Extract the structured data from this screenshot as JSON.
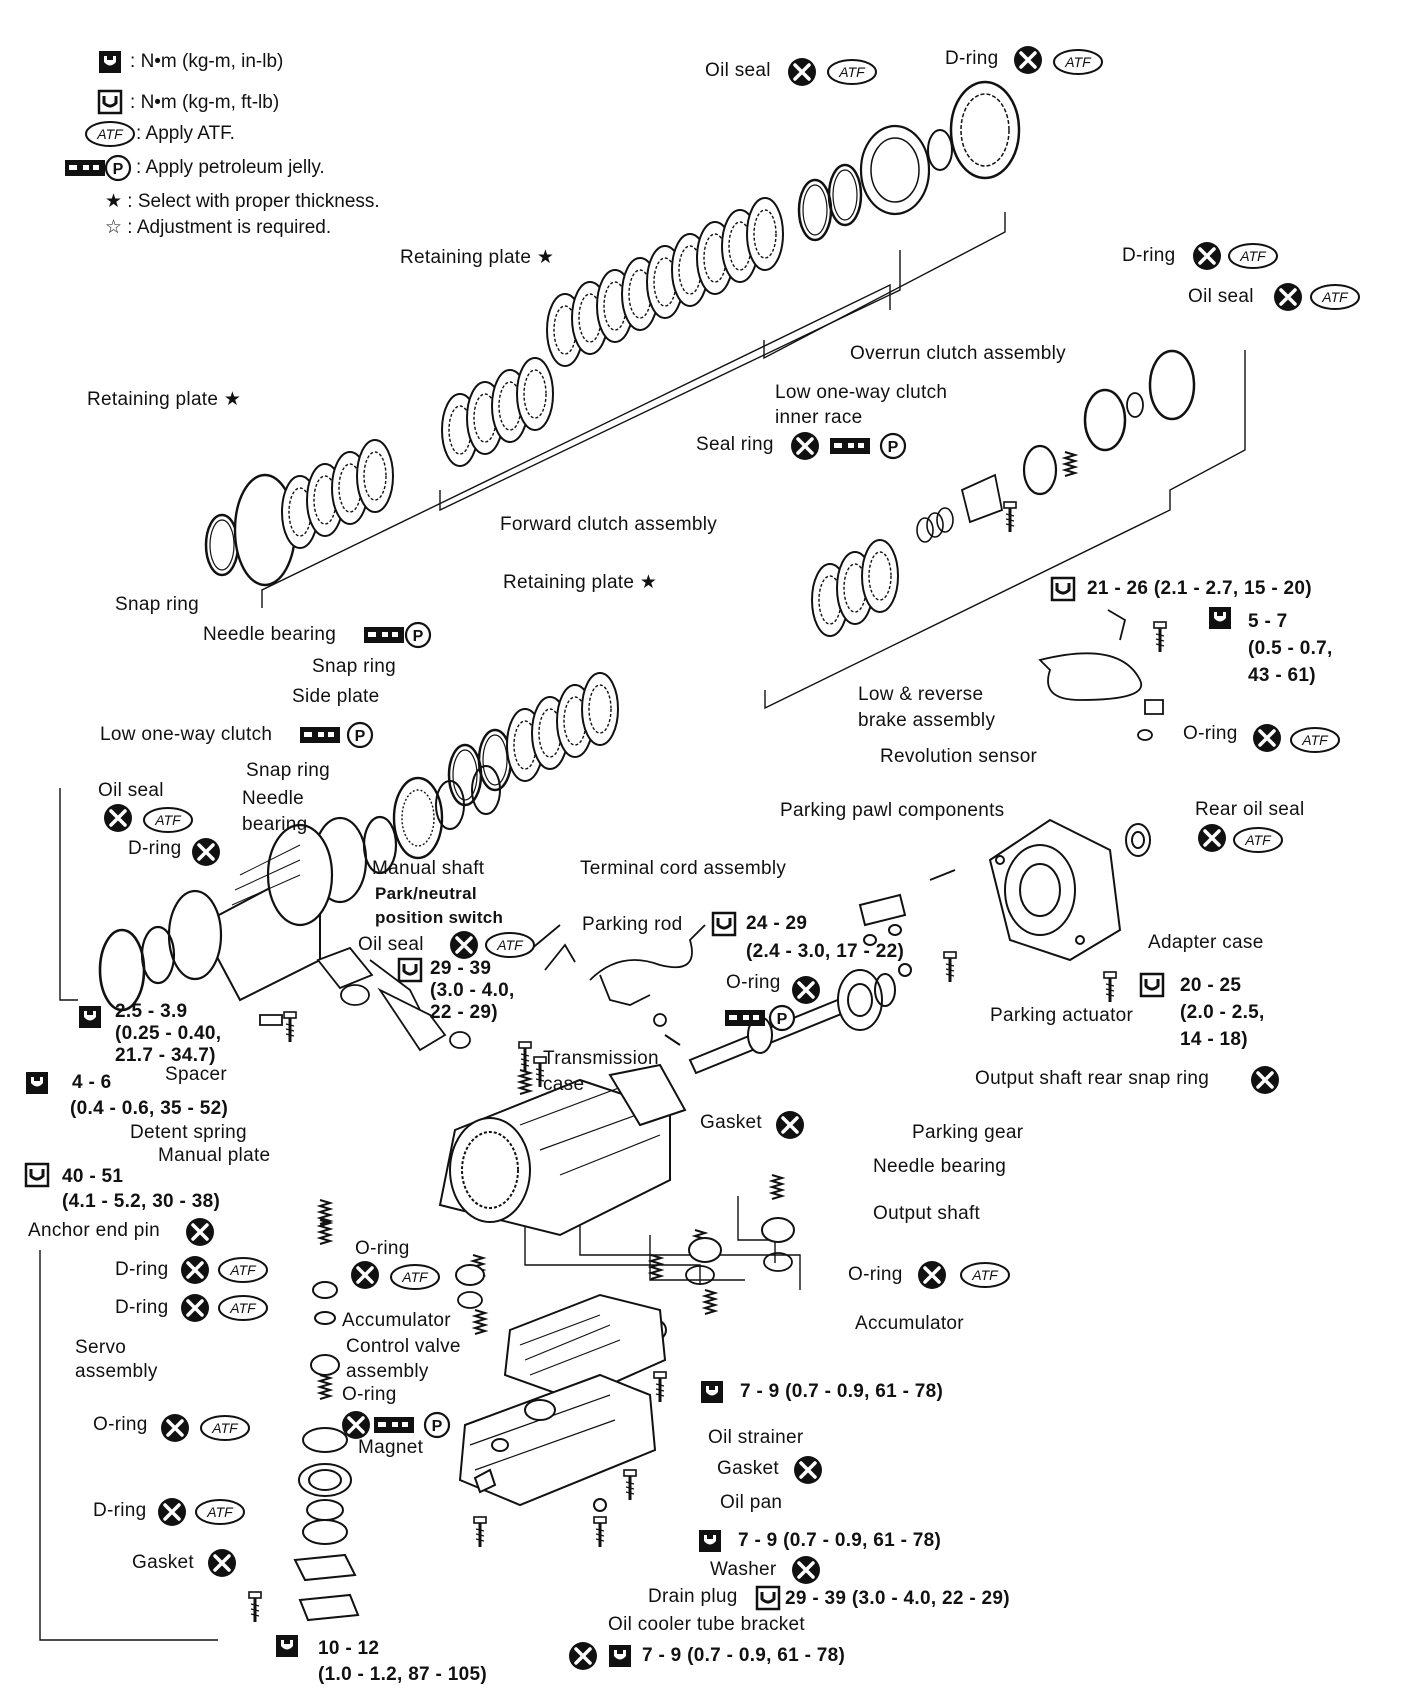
{
  "legend": {
    "items": [
      {
        "symbol": ": ",
        "text": "N•m (kg-m, in-lb)"
      },
      {
        "symbol": ": ",
        "text": "N•m (kg-m, ft-lb)"
      },
      {
        "symbol": ": ",
        "text": "Apply ATF."
      },
      {
        "symbol": ": ",
        "text": "Apply petroleum jelly."
      },
      {
        "symbol": "★ : ",
        "text": "Select with proper thickness."
      },
      {
        "symbol": "☆ : ",
        "text": "Adjustment is required."
      }
    ]
  },
  "badges": {
    "atf": "ATF",
    "jelly": "P"
  },
  "labels": {
    "oil_seal_top": "Oil seal",
    "d_ring_top": "D-ring",
    "retaining_plate_1": "Retaining plate ★",
    "retaining_plate_2": "Retaining plate ★",
    "retaining_plate_3": "Retaining plate ★",
    "d_ring_right": "D-ring",
    "oil_seal_right": "Oil seal",
    "overrun_clutch": "Overrun clutch assembly",
    "low_oneway_inner": "Low one-way clutch\ninner race",
    "seal_ring": "Seal ring",
    "forward_clutch": "Forward clutch assembly",
    "snap_ring_1": "Snap ring",
    "torque_21_26": "21 - 26 (2.1 - 2.7, 15 - 20)",
    "needle_bearing_1": "Needle bearing",
    "torque_5_7": "5 - 7\n(0.5 - 0.7,\n43 - 61)",
    "snap_ring_2": "Snap ring",
    "side_plate": "Side plate",
    "low_reverse_brake": "Low & reverse\nbrake assembly",
    "low_oneway_clutch": "Low one-way clutch",
    "o_ring_rev": "O-ring",
    "revolution_sensor": "Revolution sensor",
    "oil_seal_left": "Oil seal",
    "snap_ring_3": "Snap ring",
    "needle_bearing_2": "Needle\nbearing",
    "d_ring_left": "D-ring",
    "parking_pawl": "Parking pawl components",
    "rear_oil_seal": "Rear oil seal",
    "manual_shaft": "Manual shaft",
    "park_neutral_switch": "Park/neutral\nposition switch",
    "terminal_cord": "Terminal cord assembly",
    "oil_seal_mid": "Oil seal",
    "parking_rod": "Parking rod",
    "torque_24_29": "24 - 29\n(2.4 - 3.0, 17 - 22)",
    "adapter_case": "Adapter case",
    "torque_29_39_a": "29 - 39\n(3.0 - 4.0,\n22 - 29)",
    "o_ring_mid": "O-ring",
    "torque_2_5_3_9": "2.5 - 3.9\n(0.25 - 0.40,\n21.7 - 34.7)",
    "parking_actuator": "Parking actuator",
    "torque_20_25": "20 - 25\n(2.0 - 2.5,\n14 - 18)",
    "torque_4_6": "4 - 6",
    "torque_4_6_sub": "(0.4 - 0.6, 35 - 52)",
    "spacer": "Spacer",
    "transmission_case": "Transmission\ncase",
    "output_snap_ring": "Output shaft rear snap ring",
    "detent_spring": "Detent spring",
    "manual_plate": "Manual plate",
    "gasket_mid": "Gasket",
    "parking_gear": "Parking gear",
    "torque_40_51": "40 - 51",
    "torque_40_51_sub": "(4.1 - 5.2, 30 - 38)",
    "needle_bearing_3": "Needle bearing",
    "anchor_end_pin": "Anchor end pin",
    "output_shaft": "Output shaft",
    "o_ring_acc": "O-ring",
    "o_ring_right": "O-ring",
    "d_ring_servo_1": "D-ring",
    "d_ring_servo_2": "D-ring",
    "accumulator_1": "Accumulator",
    "accumulator_2": "Accumulator",
    "servo_assembly": "Servo\nassembly",
    "control_valve": "Control valve\nassembly",
    "torque_7_9_a": "7 - 9 (0.7 - 0.9, 61 - 78)",
    "o_ring_cv": "O-ring",
    "o_ring_servo": "O-ring",
    "magnet": "Magnet",
    "oil_strainer": "Oil strainer",
    "gasket_pan": "Gasket",
    "d_ring_servo_3": "D-ring",
    "oil_pan": "Oil pan",
    "torque_7_9_b": "7 - 9 (0.7 - 0.9, 61 - 78)",
    "gasket_servo": "Gasket",
    "washer": "Washer",
    "drain_plug": "Drain plug",
    "torque_29_39_b": "29 - 39 (3.0 - 4.0, 22 - 29)",
    "oil_cooler_bracket": "Oil cooler tube bracket",
    "torque_10_12": "10 - 12\n(1.0 - 1.2, 87 - 105)",
    "torque_7_9_c": "7 - 9 (0.7 - 0.9, 61 - 78)"
  }
}
